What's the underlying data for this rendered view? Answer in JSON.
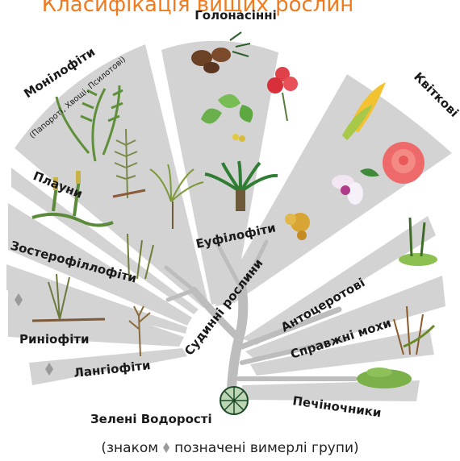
{
  "title": "Класифікація вищих рослин",
  "clades": {
    "ferns": "Монілофіти",
    "ferns_sub": "(Папороті, Хвощі, Псилотові)",
    "gymnosperms": "Голонасінні",
    "angiosperms": "Квіткові",
    "lycophytes": "Плауни",
    "zosterophyllophytes": "Зостерофіллофіти",
    "rhyniophytes": "Риніофіти",
    "langiophytes": "Лангіофіти",
    "euphyllophytes": "Еуфілофіти",
    "vascular": "Судинні рослини",
    "hornworts": "Антоцеротові",
    "mosses": "Справжні мохи",
    "liverworts": "Печіночники",
    "green_algae": "Зелені Водорості"
  },
  "footer": {
    "before": "(знаком",
    "after": "позначені вимерлі групи)"
  },
  "colors": {
    "title": "#f07a1e",
    "sector": "#d3d3d3",
    "tree": "#bdbdbd",
    "extinct_marker": "#9a9a9a"
  },
  "icons": [
    "pine-cone-icon",
    "rose-flower-icon",
    "ginkgo-leaf-icon",
    "cycad-icon",
    "corn-icon",
    "orchid-icon",
    "fern-frond-icon",
    "horsetail-icon",
    "clubmoss-icon",
    "moss-icon",
    "liverwort-icon",
    "alga-cell-icon",
    "extinct-diamond-icon"
  ]
}
